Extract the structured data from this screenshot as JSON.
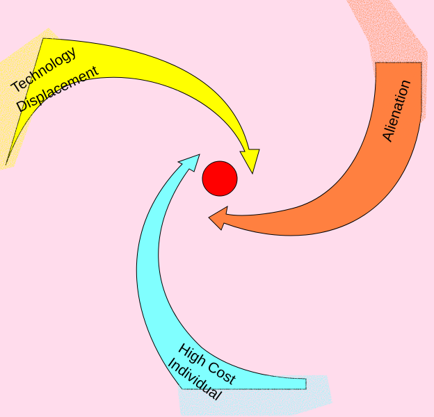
{
  "colors": {
    "background": "#ffdcec",
    "technology_arrow": "#ffff00",
    "alienation_arrow": "#ff8040",
    "high_cost_arrow": "#80ffff",
    "center_dot": "#ff0000"
  },
  "arrows": {
    "technology": {
      "line1": "Technology",
      "line2": "Displacement"
    },
    "alienation": {
      "line1": "Alienation"
    },
    "high_cost": {
      "line1": "High Cost",
      "line2": "Individual"
    }
  }
}
